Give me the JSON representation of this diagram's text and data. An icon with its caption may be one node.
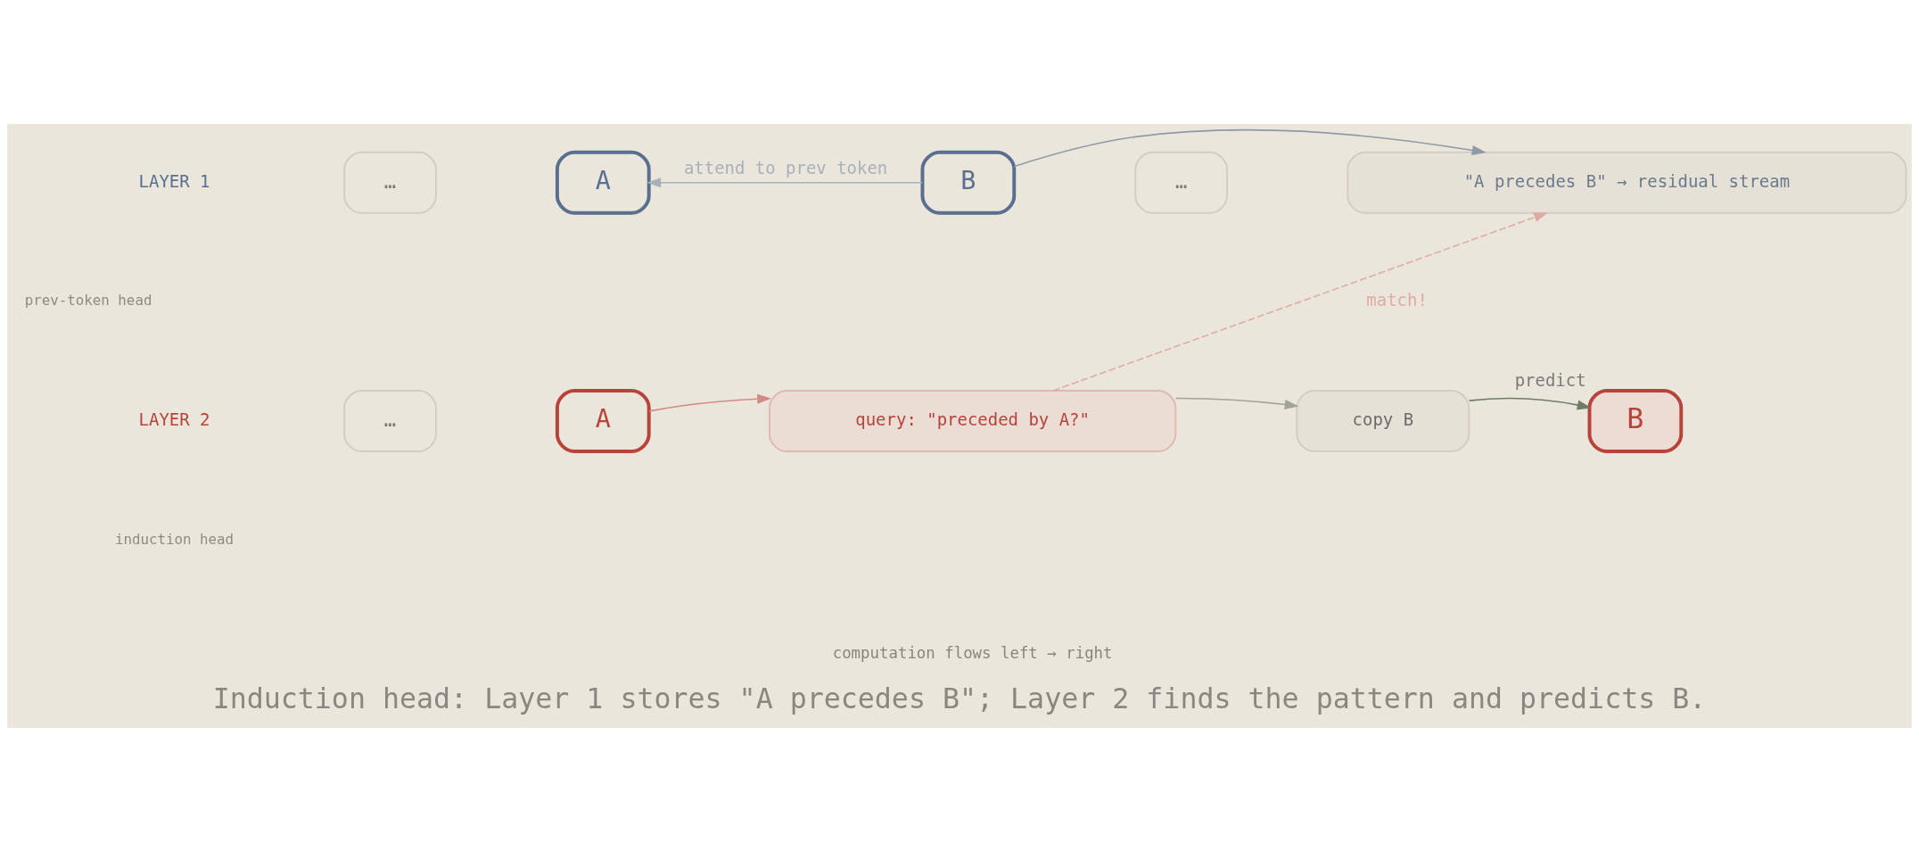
{
  "diagram": {
    "caption": "Induction head: Layer 1 stores \"A precedes B\"; Layer 2 finds the pattern and predicts B.",
    "nodes": [
      {
        "text": [
          "…"
        ]
      },
      {
        "text": [
          "A"
        ]
      },
      {
        "text": [
          "B"
        ]
      },
      {
        "text": [
          "…"
        ]
      },
      {
        "text": [
          "\"A precedes B\" → residual stream"
        ]
      },
      {
        "text": [
          "…"
        ]
      },
      {
        "text": [
          "A"
        ]
      },
      {
        "text": [
          "query: \"preceded by A?\""
        ]
      },
      {
        "text": [
          "copy B"
        ]
      },
      {
        "text": [
          "B"
        ],
        "beside": [
          "predict"
        ]
      }
    ],
    "edges": [
      {
        "from": 2,
        "to": 1,
        "arrow": "to",
        "label": "attend to prev token",
        "color": "#a9b0b8"
      },
      {
        "from": 2,
        "to": 4,
        "arrow": "to",
        "color": "#8e99a6"
      },
      {
        "from": 7,
        "to": 4,
        "arrow": "to",
        "label": "match!",
        "style": "dashed",
        "color": "#e0aaa4"
      },
      {
        "from": 6,
        "to": 7,
        "arrow": "to",
        "color": "#d28a84"
      },
      {
        "from": 7,
        "to": 8,
        "arrow": "to"
      },
      {
        "from": 8,
        "to": 9,
        "arrow": "to",
        "color": "#6f7d63"
      }
    ],
    "labels": [
      "LAYER 1",
      "prev-token head",
      "LAYER 2",
      "induction head",
      "computation flows left → right"
    ]
  }
}
